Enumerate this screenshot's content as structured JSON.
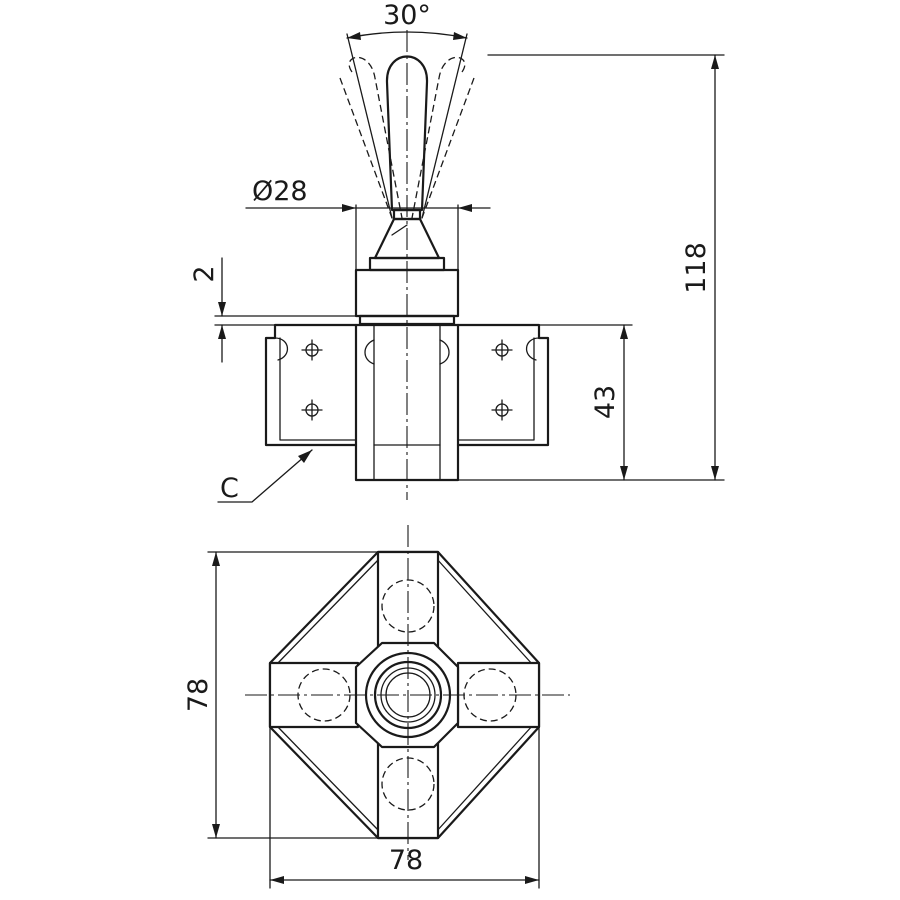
{
  "drawing": {
    "angle_label": "30°",
    "diameter_label": "Ø28",
    "height_label": "118",
    "gap_label": "2",
    "base_height_label": "43",
    "callout_label": "C",
    "plan_width_label": "78",
    "plan_depth_label": "78"
  },
  "colors": {
    "line": "#1a1a1a",
    "background": "#ffffff"
  }
}
